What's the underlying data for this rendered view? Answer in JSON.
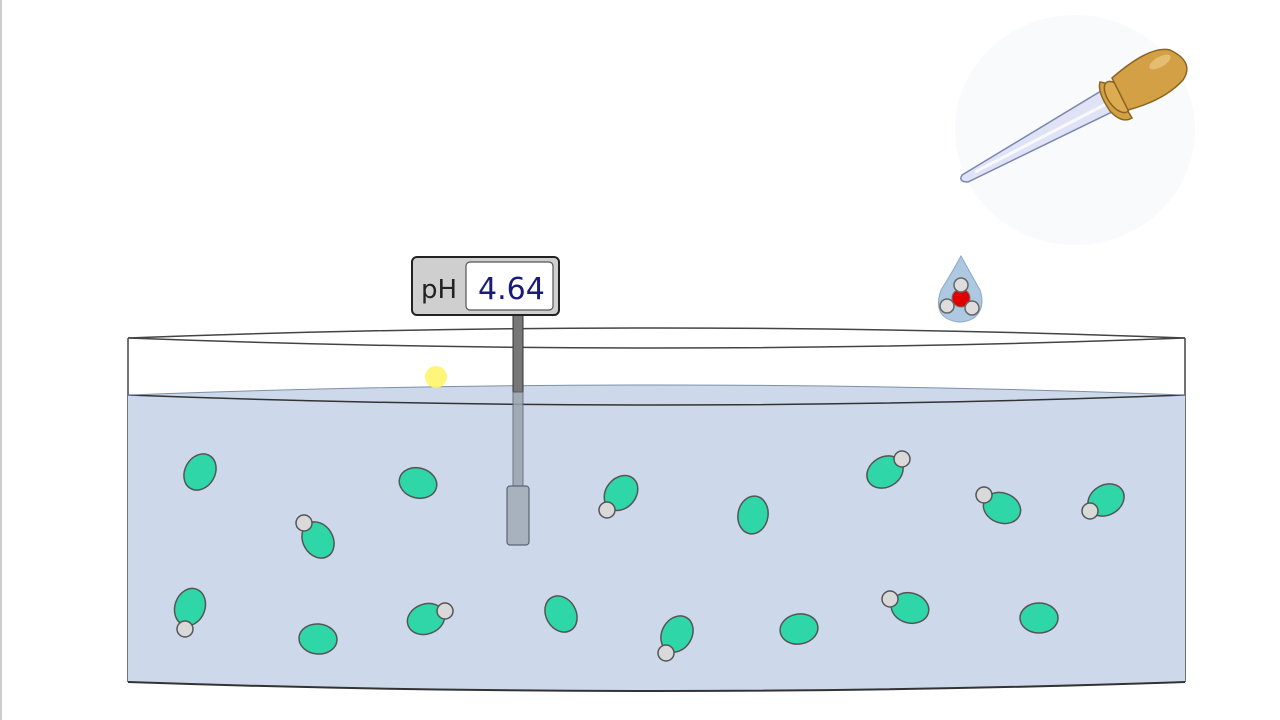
{
  "ph_meter": {
    "label": "pH",
    "value": "4.64"
  },
  "colors": {
    "background": "#ffffff",
    "water": "#cdd9ea",
    "molecule": "#2fd6a8",
    "hydrogen": "#d9d9d9",
    "oxygen": "#e00000",
    "dropper_bulb": "#d4a046",
    "marker": "#fff56a"
  },
  "icons": {
    "dropper": "dropper-icon",
    "drop": "hydronium-drop-icon",
    "probe": "ph-probe-icon"
  },
  "molecules": [
    {
      "kind": "ion"
    },
    {
      "kind": "acid"
    },
    {
      "kind": "ion"
    },
    {
      "kind": "acid"
    },
    {
      "kind": "ion"
    },
    {
      "kind": "acid"
    },
    {
      "kind": "acid"
    },
    {
      "kind": "acid"
    },
    {
      "kind": "acid"
    },
    {
      "kind": "ion"
    },
    {
      "kind": "acid"
    },
    {
      "kind": "ion"
    },
    {
      "kind": "acid"
    },
    {
      "kind": "ion"
    },
    {
      "kind": "acid"
    },
    {
      "kind": "ion"
    }
  ]
}
